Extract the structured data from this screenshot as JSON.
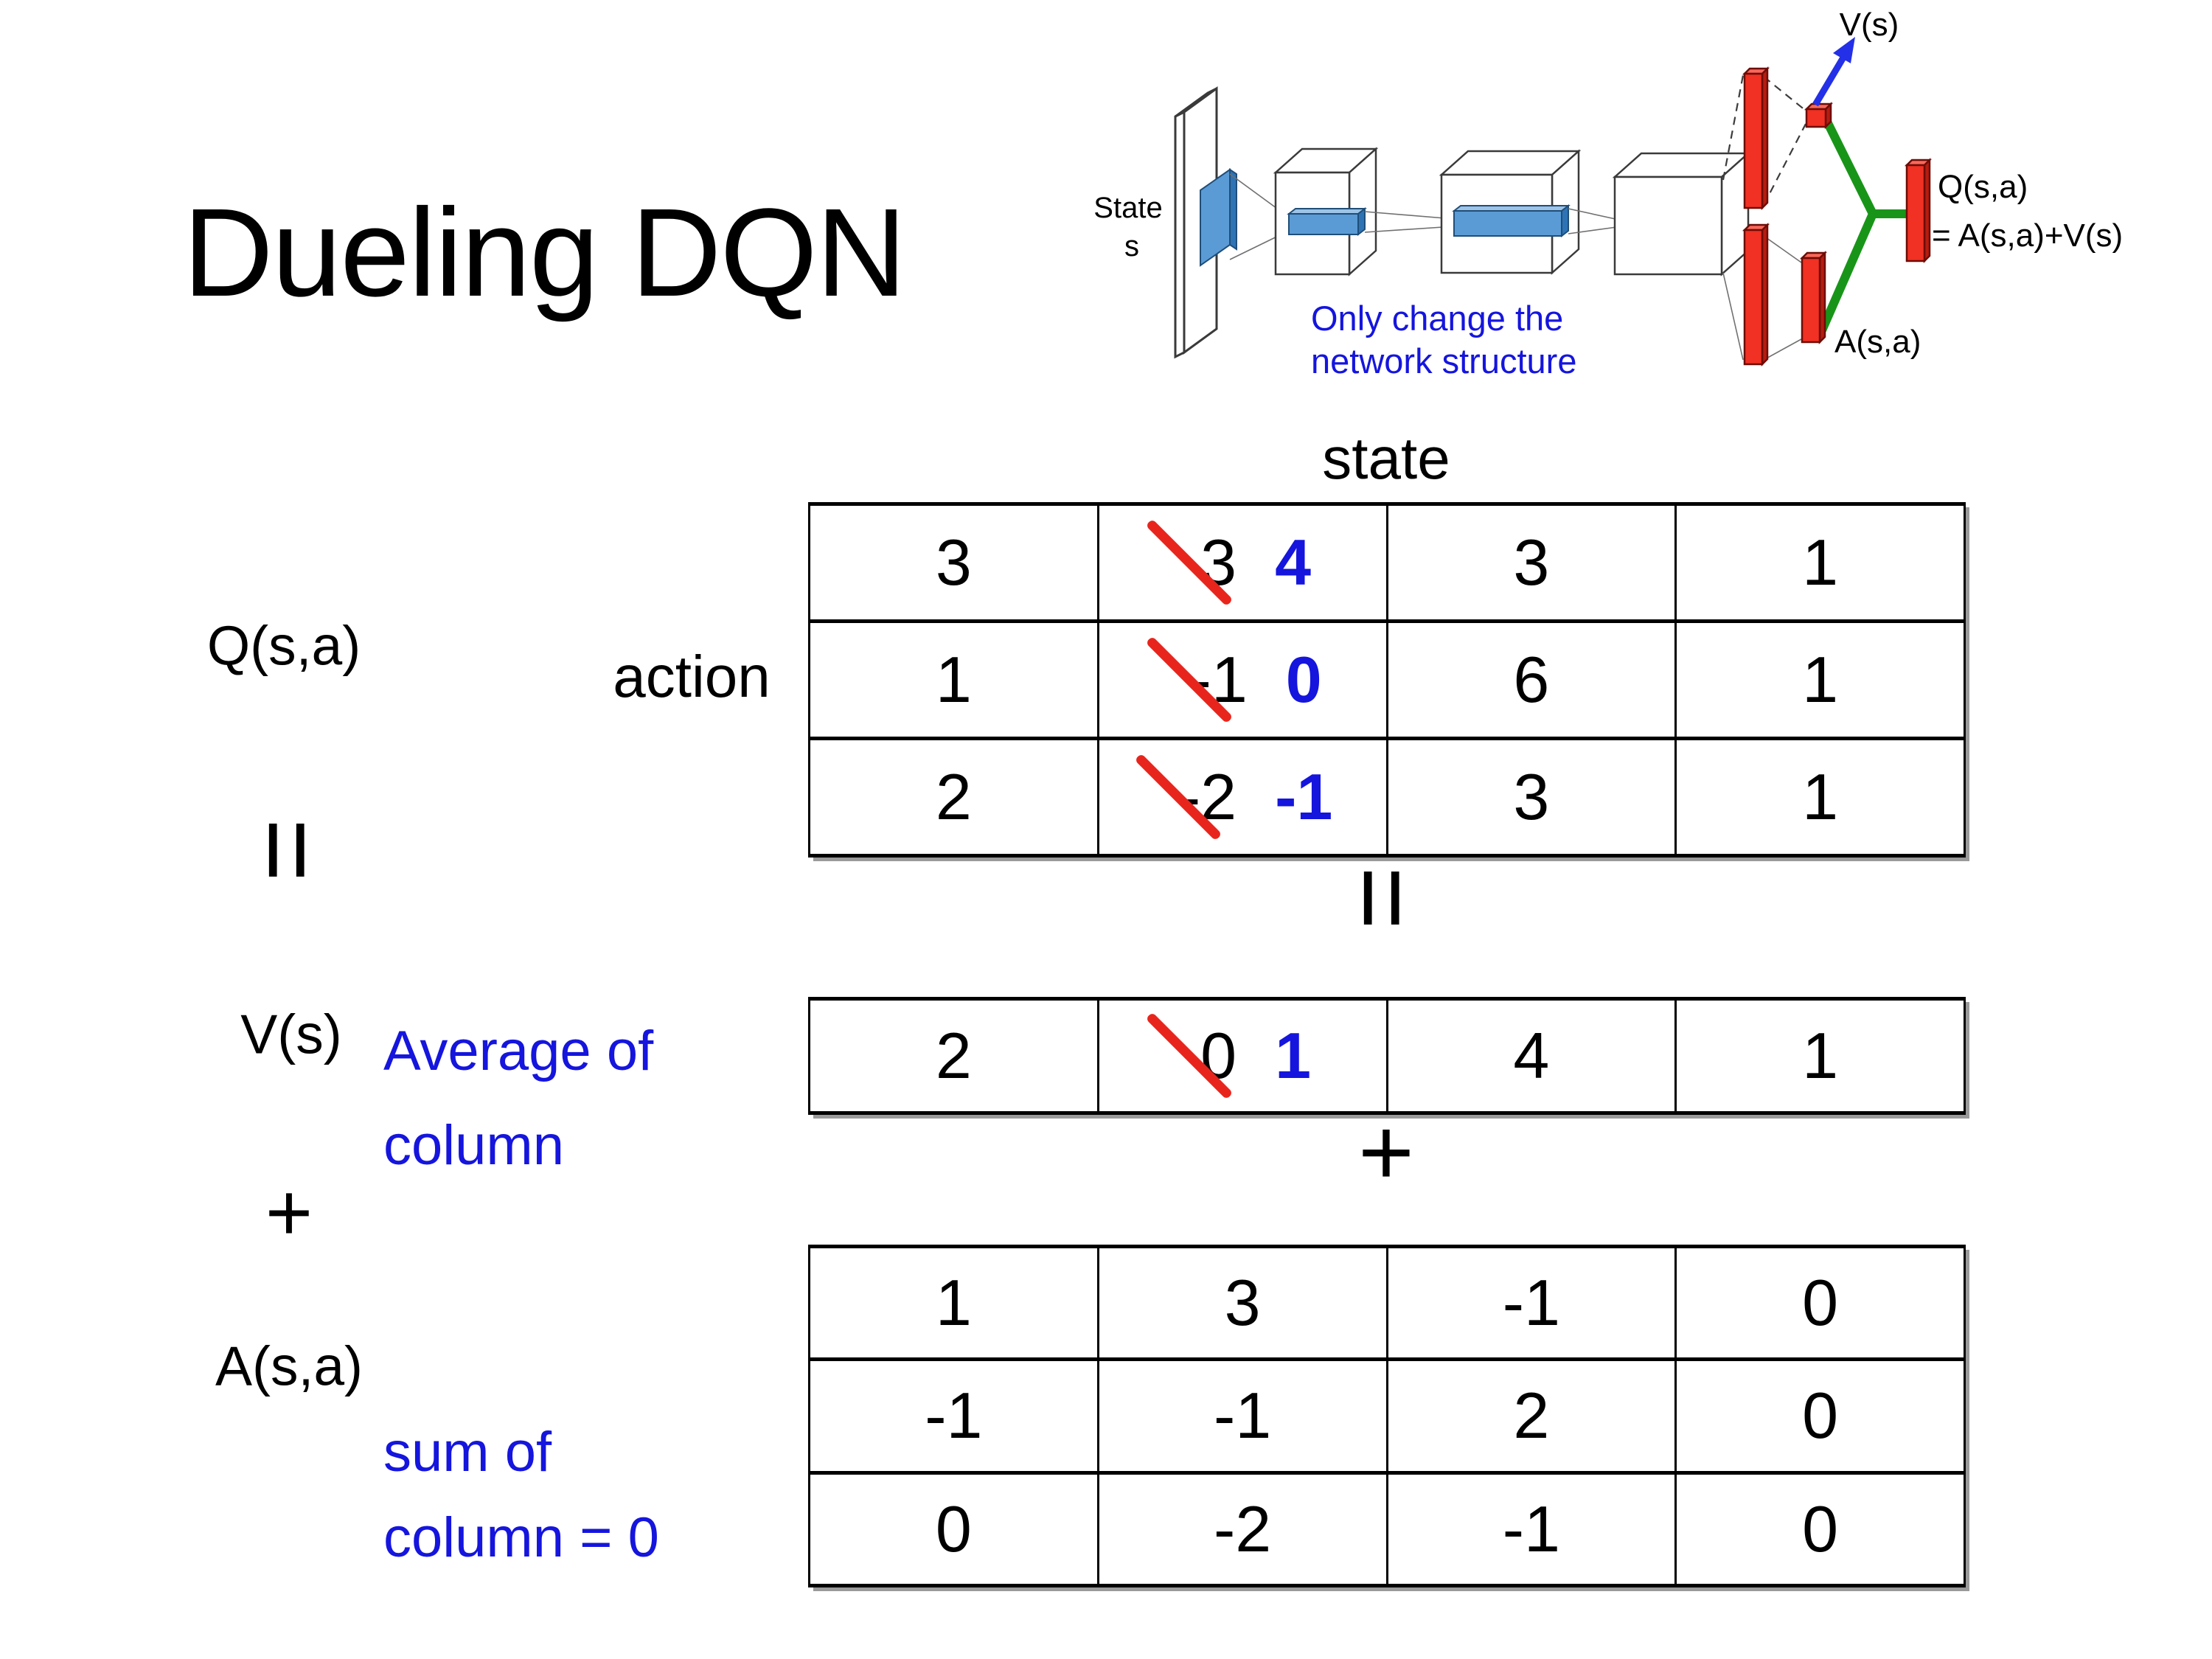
{
  "title": "Dueling DQN",
  "colors": {
    "blue_text": "#1515DE",
    "red_slash": "#E8251D",
    "red_bar": "#F03123",
    "green_link": "#189518",
    "blue_box": "#5B9BD5",
    "arrow_blue": "#2330E8"
  },
  "diagram": {
    "state_line1": "State",
    "state_line2": "s",
    "note_line1": "Only change the",
    "note_line2": "network structure",
    "v_out_label": "V(s)",
    "q_out_label": "Q(s,a)",
    "q_out_formula": "= A(s,a)+V(s)",
    "a_out_label": "A(s,a)"
  },
  "labels": {
    "state_header": "state",
    "action_header": "action",
    "q": "Q(s,a)",
    "v": "V(s)",
    "a": "A(s,a)",
    "equals": "=",
    "plus": "+",
    "avg_line1": "Average of",
    "avg_line2": "column",
    "sum_line1": "sum of",
    "sum_line2": "column = 0"
  },
  "tables": {
    "q": {
      "name": "q-table",
      "rows": [
        [
          {
            "v": "3"
          },
          {
            "old": "3",
            "new": "4"
          },
          {
            "v": "3"
          },
          {
            "v": "1"
          }
        ],
        [
          {
            "v": "1"
          },
          {
            "old": "-1",
            "new": "0"
          },
          {
            "v": "6"
          },
          {
            "v": "1"
          }
        ],
        [
          {
            "v": "2"
          },
          {
            "old": "-2",
            "new": "-1"
          },
          {
            "v": "3"
          },
          {
            "v": "1"
          }
        ]
      ]
    },
    "v": {
      "name": "v-table",
      "rows": [
        [
          {
            "v": "2"
          },
          {
            "old": "0",
            "new": "1"
          },
          {
            "v": "4"
          },
          {
            "v": "1"
          }
        ]
      ]
    },
    "a": {
      "name": "a-table",
      "rows": [
        [
          {
            "v": "1"
          },
          {
            "v": "3"
          },
          {
            "v": "-1"
          },
          {
            "v": "0"
          }
        ],
        [
          {
            "v": "-1"
          },
          {
            "v": "-1"
          },
          {
            "v": "2"
          },
          {
            "v": "0"
          }
        ],
        [
          {
            "v": "0"
          },
          {
            "v": "-2"
          },
          {
            "v": "-1"
          },
          {
            "v": "0"
          }
        ]
      ]
    }
  }
}
